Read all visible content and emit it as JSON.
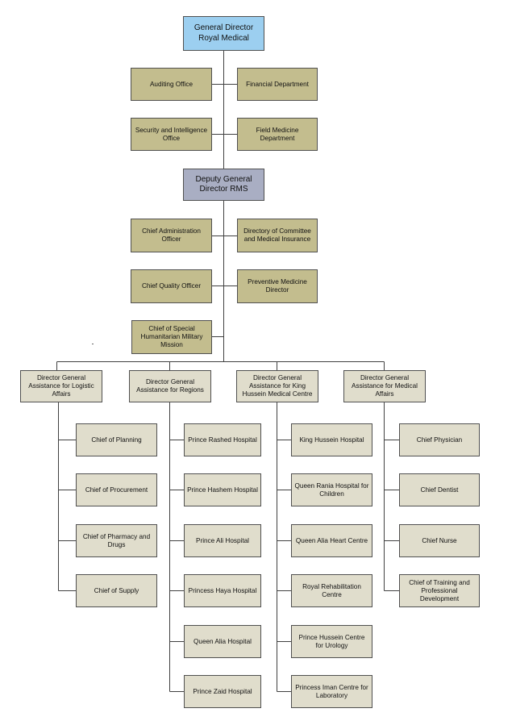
{
  "colors": {
    "top_box": "#9ccff0",
    "deputy_box": "#a9aec3",
    "office_box": "#c3bd8e",
    "unit_box": "#e0ddcc",
    "connector": "#404040"
  },
  "org": {
    "general_director": "General Director Royal Medical",
    "auditing_office": "Auditing Office",
    "financial_department": "Financial Department",
    "security_office": "Security and Intelligence Office",
    "field_medicine": "Field Medicine Department",
    "deputy_director": "Deputy General Director RMS",
    "chief_admin": "Chief Administration Officer",
    "directory_committee": "Directory of Committee and Medical Insurance",
    "chief_quality": "Chief Quality Officer",
    "preventive_medicine": "Preventive Medicine Director",
    "humanitarian_mission": "Chief of Special Humanitarian Military Mission"
  },
  "divisions": [
    {
      "title": "Director General Assistance for Logistic Affairs",
      "units": [
        "Chief of Planning",
        "Chief of Procurement",
        "Chief of Pharmacy and Drugs",
        "Chief of Supply"
      ]
    },
    {
      "title": "Director General Assistance for Regions",
      "units": [
        "Prince Rashed Hospital",
        "Prince Hashem Hospital",
        "Prince Ali Hospital",
        "Princess Haya Hospital",
        "Queen Alia Hospital",
        "Prince Zaid Hospital"
      ]
    },
    {
      "title": "Director General Assistance for King Hussein Medical Centre",
      "units": [
        "King Hussein Hospital",
        "Queen Rania Hospital for Children",
        "Queen  Alia Heart Centre",
        "Royal Rehabilitation Centre",
        "Prince Hussein Centre for Urology",
        "Princess Iman Centre for Laboratory"
      ]
    },
    {
      "title": "Director General Assistance for Medical Affairs",
      "units": [
        "Chief Physician",
        "Chief Dentist",
        "Chief Nurse",
        "Chief of  Training and Professional Development"
      ]
    }
  ]
}
